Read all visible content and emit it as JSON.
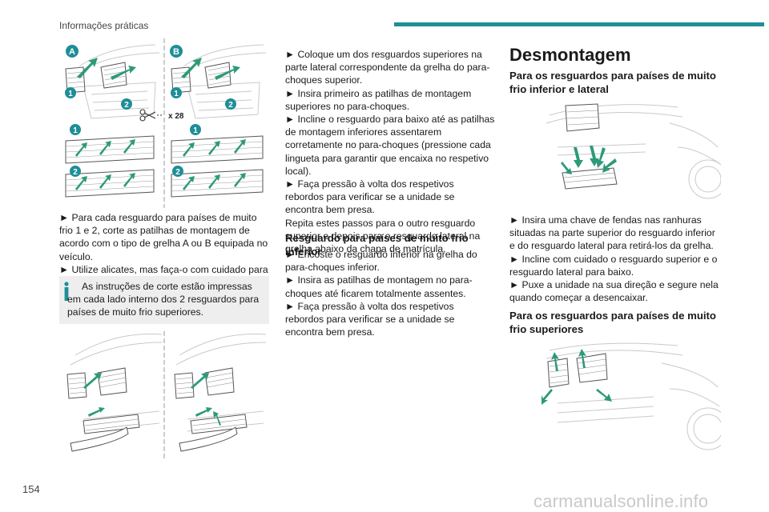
{
  "header": {
    "section": "Informações práticas"
  },
  "page_number": "154",
  "footer": {
    "watermark": "carmanualsonline.info"
  },
  "figure_top": {
    "labels": {
      "a": "A",
      "b": "B",
      "n1": "1",
      "n2": "2",
      "cut_count": "x 28"
    }
  },
  "col1": {
    "paragraphs": [
      "► Para cada resguardo para países de muito frio 1 e 2, corte as patilhas de montagem de acordo com o tipo de grelha A ou B equipada no veículo.",
      "► Utilize alicates, mas faça-o com cuidado para não cortar as patilhas que vão ser fixadas."
    ],
    "note": "As instruções de corte estão impressas em cada lado interno dos 2 resguardos para países de muito frio superiores."
  },
  "col2": {
    "paragraphs": [
      "► Coloque um dos resguardos superiores na parte lateral correspondente da grelha do para-choques superior.",
      "► Insira primeiro as patilhas de montagem superiores no para-choques.",
      "► Incline o resguardo para baixo até as patilhas de montagem inferiores assentarem corretamente no para-choques (pressione cada lingueta para garantir que encaixa no respetivo local).",
      "► Faça pressão à volta dos respetivos rebordos para verificar se a unidade se encontra bem presa.",
      "Repita estes passos para o outro resguardo superior e depois para o resguardo lateral na grelha abaixo da chapa de matrícula."
    ],
    "subheading": "Resguardo para países de muito frio inferior",
    "paragraphs2": [
      "► Encoste o resguardo inferior na grelha do para-choques inferior.",
      "► Insira as patilhas de montagem no para-choques até ficarem totalmente assentes.",
      "► Faça pressão à volta dos respetivos rebordos para verificar se a unidade se encontra bem presa."
    ]
  },
  "col3": {
    "title": "Desmontagem",
    "subheading1": "Para os resguardos para países de muito frio inferior e lateral",
    "paragraphs": [
      "► Insira uma chave de fendas nas ranhuras situadas na parte superior do resguardo inferior e do resguardo lateral para retirá-los da grelha.",
      "► Incline com cuidado o resguardo superior e o resguardo lateral para baixo.",
      "► Puxe a unidade na sua direção e segure nela quando começar a desencaixar."
    ],
    "subheading2": "Para os resguardos para países de muito frio superiores"
  },
  "colors": {
    "accent": "#1e8e97",
    "arrow": "#2c9a7a",
    "badge": "#1e8e97",
    "note_bg": "#eeeeee"
  }
}
